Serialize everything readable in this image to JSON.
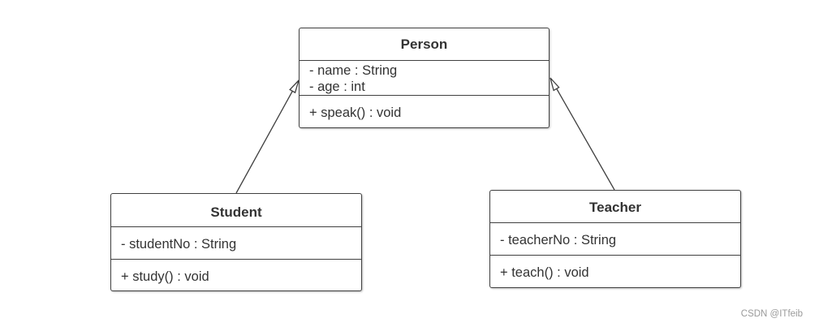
{
  "classes": {
    "person": {
      "name": "Person",
      "attributes": [
        "- name : String",
        "- age : int"
      ],
      "operations": [
        "+ speak() : void"
      ]
    },
    "student": {
      "name": "Student",
      "attributes": [
        "- studentNo : String"
      ],
      "operations": [
        "+ study() : void"
      ]
    },
    "teacher": {
      "name": "Teacher",
      "attributes": [
        "- teacherNo : String"
      ],
      "operations": [
        "+ teach() : void"
      ]
    }
  },
  "relationships": [
    {
      "type": "generalization",
      "from": "Student",
      "to": "Person"
    },
    {
      "type": "generalization",
      "from": "Teacher",
      "to": "Person"
    }
  ],
  "colors": {
    "line": "#404040",
    "text": "#333333",
    "watermark": "#9a9a9a"
  },
  "watermark": "CSDN @ITfeib"
}
